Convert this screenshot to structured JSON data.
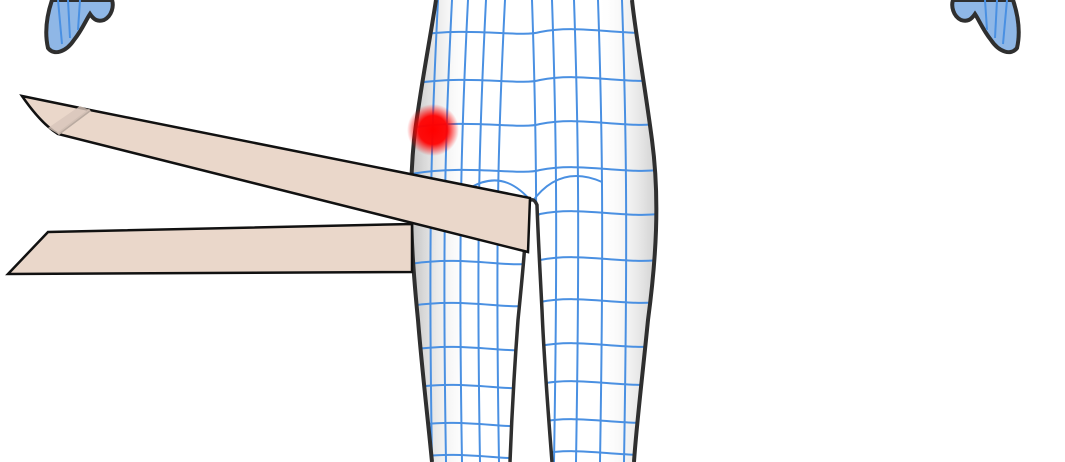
{
  "figure": {
    "subject": "body-mesh-lower-torso-and-thighs",
    "colors": {
      "background": "#ffffff",
      "skin_fill": "#ffffff",
      "mesh_line": "#4a90e2",
      "body_outline": "#2f2f2f",
      "shadow": "#cfcfcf",
      "hand_fill": "#8fb7e6"
    }
  },
  "tapes": {
    "colors": {
      "fill": "#ead7ca",
      "outline": "#111111",
      "crease": "#b9aaa0"
    },
    "items": [
      {
        "id": "upper-diagonal-strip"
      },
      {
        "id": "lower-horizontal-strip"
      }
    ]
  },
  "pain_marker": {
    "color": "#ff0000",
    "intensity": 1
  }
}
